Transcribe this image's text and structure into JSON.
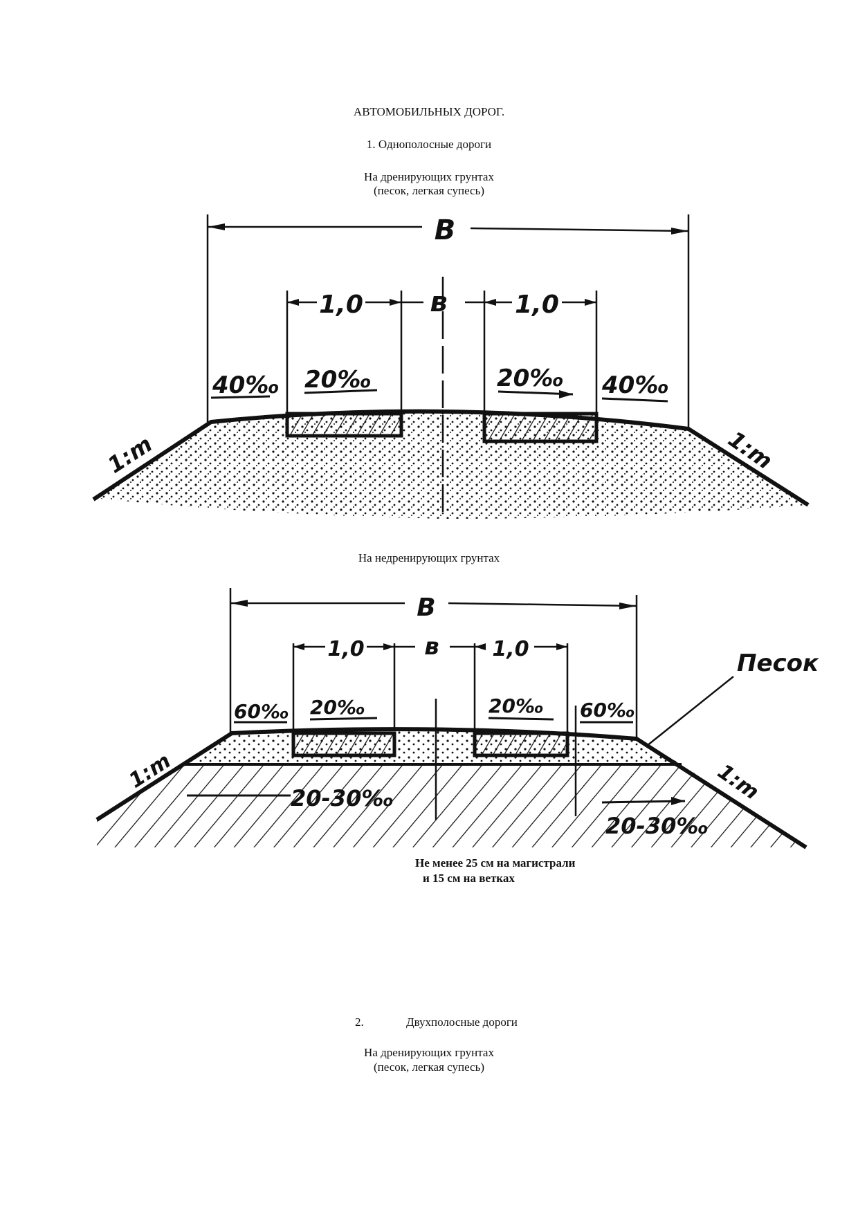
{
  "header": {
    "title": "АВТОМОБИЛЬНЫХ ДОРОГ."
  },
  "section1": {
    "heading": "1. Однополосные дороги",
    "drain_caption_1": "На дренирующих грунтах",
    "drain_caption_2": "(песок, легкая супесь)",
    "nondrain_caption": "На недренирующих грунтах",
    "note_1": "Не менее 25 см на магистрали",
    "note_2": "и 15 см на ветках"
  },
  "diagram1": {
    "width_label": "В",
    "lane_label": "в",
    "shoulder_left": "1,0",
    "shoulder_right": "1,0",
    "slope_outer_left": "40‰",
    "slope_inner_left": "20‰",
    "slope_inner_right": "20‰",
    "slope_outer_right": "40‰",
    "embank_left": "1:m",
    "embank_right": "1:m"
  },
  "diagram2": {
    "width_label": "В",
    "lane_label": "в",
    "shoulder_left": "1,0",
    "shoulder_right": "1,0",
    "slope_outer_left": "60‰",
    "slope_inner_left": "20‰",
    "slope_inner_right": "20‰",
    "slope_outer_right": "60‰",
    "sand_label": "Песок",
    "subgrade_left": "20-30‰",
    "subgrade_right": "20-30‰",
    "embank_left": "1:m",
    "embank_right": "1:m"
  },
  "section2": {
    "number": "2.",
    "heading": "Двухполосные дороги",
    "drain_caption_1": "На дренирующих грунтах",
    "drain_caption_2": "(песок, легкая супесь)"
  }
}
